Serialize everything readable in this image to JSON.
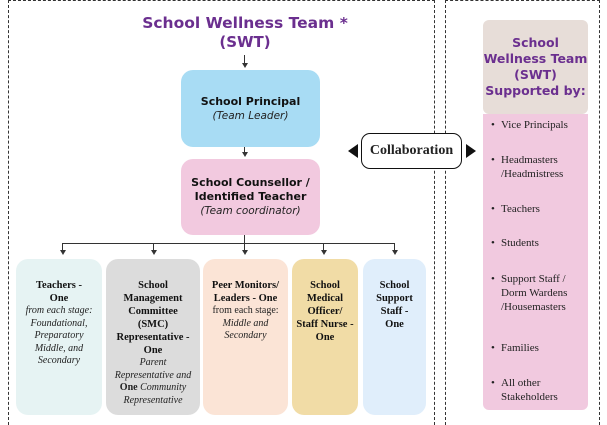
{
  "title": {
    "line1": "School Wellness Team *",
    "line2": "(SWT)"
  },
  "principal": {
    "title": "School Principal",
    "subtitle": "(Team Leader)"
  },
  "counsellor": {
    "line1": "School Counsellor /",
    "line2": "Identified Teacher",
    "subtitle": "(Team coordinator)"
  },
  "collaboration": {
    "label": "Collaboration"
  },
  "members": {
    "teachers": {
      "l1": "Teachers -",
      "l2": "One",
      "s1": "from each stage:",
      "s2": "Foundational,",
      "s3": "Preparatory",
      "s4": "Middle, and",
      "s5": "Secondary"
    },
    "smc": {
      "l1": "School",
      "l2": "Management",
      "l3": "Committee",
      "l4": "(SMC)",
      "l5": "Representative -",
      "l6": "One",
      "s1": "Parent",
      "s2": "Representative and",
      "s3b": "One",
      "s3": " Community",
      "s4": "Representative"
    },
    "peer": {
      "l1": "Peer Monitors/",
      "l2": "Leaders - One",
      "s1": "from each stage:",
      "s2": "Middle and",
      "s3": "Secondary"
    },
    "medical": {
      "l1": "School",
      "l2": "Medical",
      "l3": "Officer/",
      "l4": "Staff Nurse -",
      "l5": "One"
    },
    "support": {
      "l1": "School",
      "l2": "Support",
      "l3": "Staff -",
      "l4": "One"
    }
  },
  "sidebar": {
    "title": {
      "l1": "School",
      "l2": "Wellness Team",
      "l3": "(SWT)",
      "l4": "Supported by:"
    },
    "items": [
      {
        "l1": "Vice Principals"
      },
      {
        "l1": "Headmasters",
        "l2": "/Headmistress"
      },
      {
        "l1": "Teachers"
      },
      {
        "l1": "Students"
      },
      {
        "l1": "Support Staff /",
        "l2": "Dorm Wardens",
        "l3": "/Housemasters"
      },
      {
        "l1": "Families"
      },
      {
        "l1": "All other",
        "l2": "Stakeholders"
      }
    ]
  },
  "colors": {
    "title": "#6b2f8f",
    "principal": "#a8dcf4",
    "counsellor": "#f2c9df",
    "teachers": "#e6f3f3",
    "smc": "#dcdcdc",
    "peer": "#fbe4d6",
    "medical": "#f1dca6",
    "support": "#e0eefb",
    "sidebar_title_bg": "#e7ddd8",
    "sidebar_list_bg": "#f1c9df"
  }
}
